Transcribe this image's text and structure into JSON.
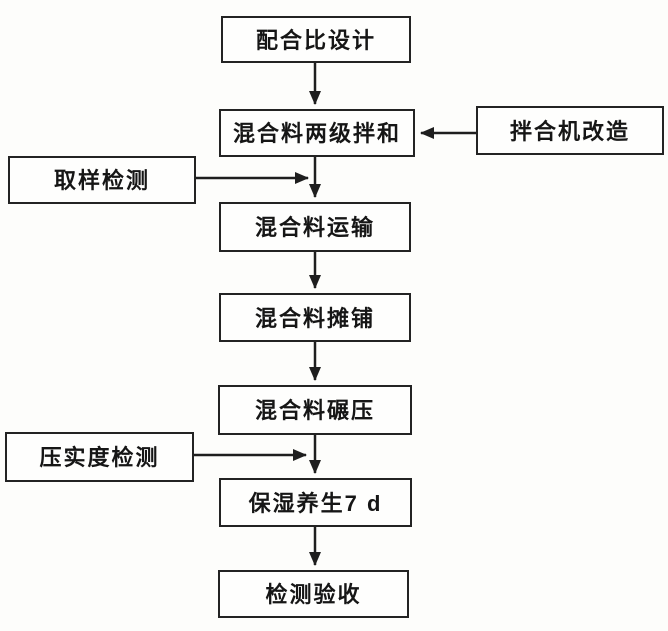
{
  "diagram": {
    "type": "flowchart",
    "language": "zh",
    "colors": {
      "background": "#fdfdfb",
      "box_fill": "#fefefd",
      "box_border": "#232323",
      "line": "#1e1e1e",
      "text": "#161616"
    },
    "nodes": [
      {
        "id": "mix-design",
        "label": "配合比设计"
      },
      {
        "id": "two-stage-mixing",
        "label": "混合料两级拌和"
      },
      {
        "id": "mixer-retrofit",
        "label": "拌合机改造"
      },
      {
        "id": "sampling-test",
        "label": "取样检测"
      },
      {
        "id": "mixture-transport",
        "label": "混合料运输"
      },
      {
        "id": "mixture-paving",
        "label": "混合料摊铺"
      },
      {
        "id": "mixture-rolling",
        "label": "混合料碾压"
      },
      {
        "id": "compaction-test",
        "label": "压实度检测"
      },
      {
        "id": "moist-curing-7d",
        "label": "保湿养生7 d"
      },
      {
        "id": "inspection-acceptance",
        "label": "检测验收"
      }
    ],
    "edges": [
      {
        "from": "mix-design",
        "to": "two-stage-mixing",
        "direction": "down"
      },
      {
        "from": "mixer-retrofit",
        "to": "two-stage-mixing",
        "direction": "left"
      },
      {
        "from": "two-stage-mixing",
        "to": "mixture-transport",
        "direction": "down"
      },
      {
        "from": "sampling-test",
        "to": "two-stage-mixing→mixture-transport connector",
        "direction": "right"
      },
      {
        "from": "mixture-transport",
        "to": "mixture-paving",
        "direction": "down"
      },
      {
        "from": "mixture-paving",
        "to": "mixture-rolling",
        "direction": "down"
      },
      {
        "from": "mixture-rolling",
        "to": "moist-curing-7d",
        "direction": "down"
      },
      {
        "from": "compaction-test",
        "to": "mixture-rolling→moist-curing-7d connector",
        "direction": "right"
      },
      {
        "from": "moist-curing-7d",
        "to": "inspection-acceptance",
        "direction": "down"
      }
    ]
  }
}
